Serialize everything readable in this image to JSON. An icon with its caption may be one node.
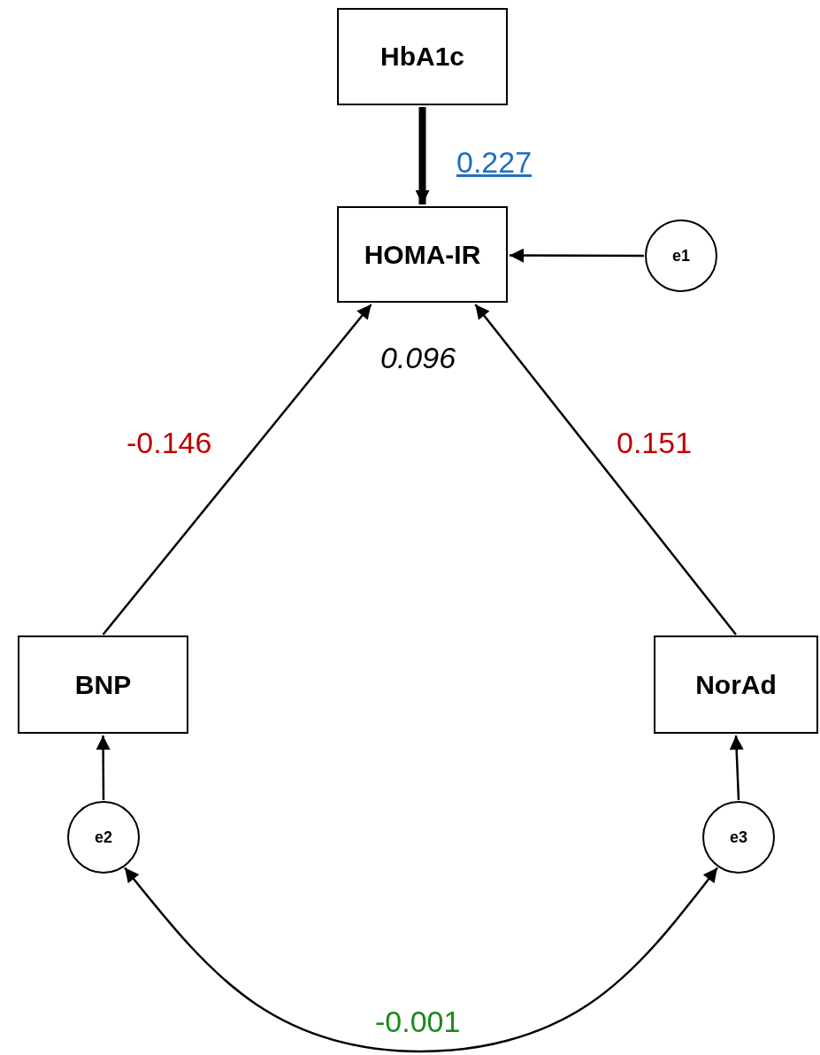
{
  "diagram": {
    "nodes": [
      {
        "text": [
          "HbA1c"
        ]
      },
      {
        "text": [
          "HOMA-IR"
        ],
        "beside": [
          "0.096"
        ]
      },
      {
        "text": [
          "e1"
        ]
      },
      {
        "text": [
          "BNP"
        ]
      },
      {
        "text": [
          "NorAd"
        ]
      },
      {
        "text": [
          "e2"
        ]
      },
      {
        "text": [
          "e3"
        ]
      }
    ],
    "edges": [
      {
        "from": 0,
        "to": 1,
        "arrow": "to",
        "label": "0.227",
        "style": "thick"
      },
      {
        "from": 2,
        "to": 1,
        "arrow": "to"
      },
      {
        "from": 3,
        "to": 1,
        "arrow": "to",
        "label": "-0.146"
      },
      {
        "from": 4,
        "to": 1,
        "arrow": "to",
        "label": "0.151"
      },
      {
        "from": 5,
        "to": 3,
        "arrow": "to"
      },
      {
        "from": 6,
        "to": 4,
        "arrow": "to"
      },
      {
        "from": 5,
        "to": 6,
        "arrow": "both",
        "label": "-0.001"
      }
    ]
  }
}
